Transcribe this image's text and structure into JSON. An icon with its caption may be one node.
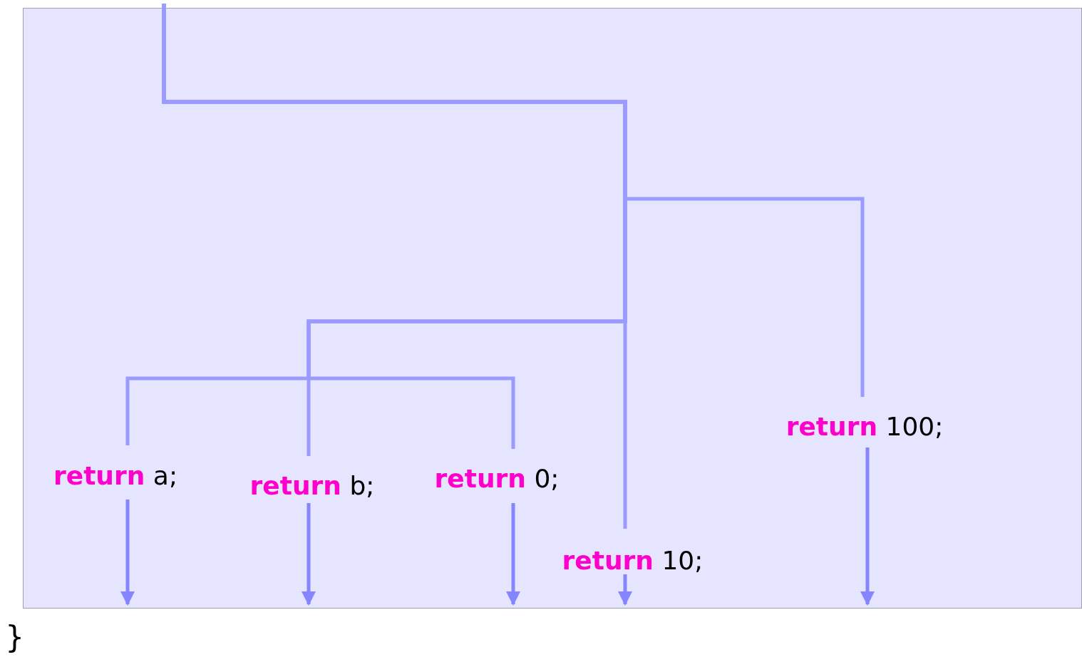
{
  "diagram": {
    "nodes": [
      {
        "text": [],
        "shape": "box"
      },
      {
        "text": [
          "**return** a;"
        ],
        "in": 0
      },
      {
        "text": [
          "**return** b;"
        ],
        "in": 0
      },
      {
        "text": [
          "**return** 0;"
        ],
        "in": 0
      },
      {
        "text": [
          "**return** 10;"
        ],
        "in": 0
      },
      {
        "text": [
          "**return** 100;"
        ],
        "in": 0
      }
    ],
    "edges": [
      {
        "from": null,
        "to": 1,
        "arrow": "none"
      },
      {
        "from": null,
        "to": 2,
        "arrow": "none"
      },
      {
        "from": null,
        "to": 3,
        "arrow": "none"
      },
      {
        "from": null,
        "to": 4,
        "arrow": "none"
      },
      {
        "from": null,
        "to": 5,
        "arrow": "none"
      },
      {
        "from": 1,
        "to": null,
        "arrow": "to"
      },
      {
        "from": 2,
        "to": null,
        "arrow": "to"
      },
      {
        "from": 3,
        "to": null,
        "arrow": "to"
      },
      {
        "from": 4,
        "to": null,
        "arrow": "to"
      },
      {
        "from": 5,
        "to": null,
        "arrow": "to"
      }
    ],
    "labels": [
      "}"
    ]
  }
}
